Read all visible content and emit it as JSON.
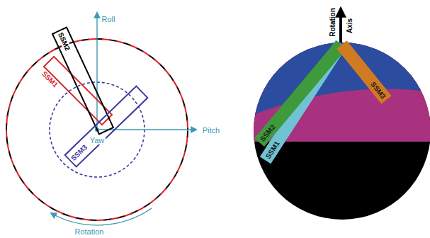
{
  "diagram": {
    "nodes": [
      {
        "text": [
          "SSM1"
        ]
      },
      {
        "text": [
          "SSM2"
        ]
      },
      {
        "text": [
          "SSM3"
        ]
      },
      {
        "text": [
          "SSM1"
        ]
      },
      {
        "text": [
          "SSM2"
        ]
      },
      {
        "text": [
          "SSM3"
        ]
      }
    ],
    "labels": [
      "Roll",
      "Pitch",
      "Yaw",
      "Rotation",
      "Rotation",
      "Axis"
    ]
  }
}
